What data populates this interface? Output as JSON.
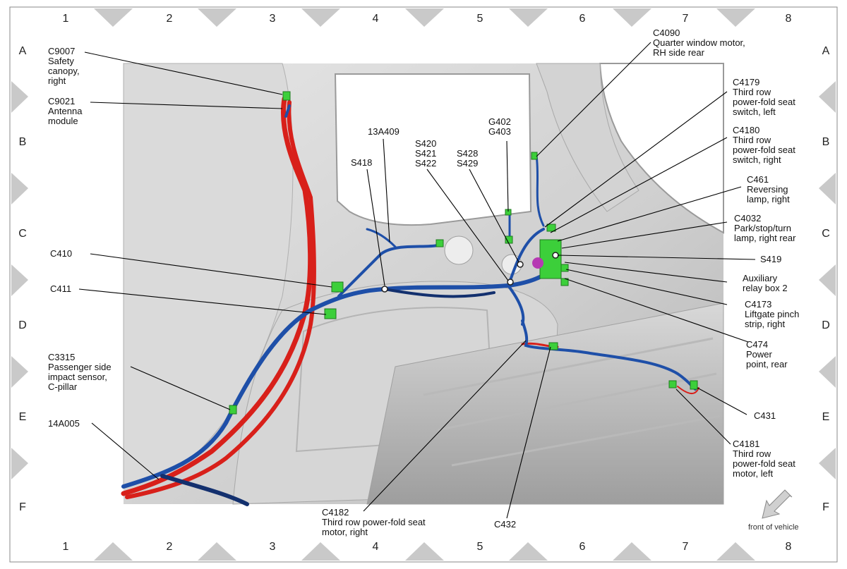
{
  "grid": {
    "columns": [
      "1",
      "2",
      "3",
      "4",
      "5",
      "6",
      "7",
      "8"
    ],
    "rows": [
      "A",
      "B",
      "C",
      "D",
      "E",
      "F"
    ]
  },
  "labels": {
    "c9007": "C9007\nSafety\ncanopy,\nright",
    "c9021": "C9021\nAntenna\nmodule",
    "l13a409": "13A409",
    "s418": "S418",
    "s420": "S420\nS421\nS422",
    "s428": "S428\nS429",
    "g402": "G402\nG403",
    "c4090": "C4090\nQuarter window motor,\nRH side rear",
    "c4179": "C4179\nThird row\npower-fold seat\nswitch, left",
    "c4180": "C4180\nThird row\npower-fold seat\nswitch, right",
    "c461": "C461\nReversing\nlamp, right",
    "c4032": "C4032\nPark/stop/turn\nlamp, right rear",
    "s419": "S419",
    "aux": "Auxiliary\nrelay box 2",
    "c4173": "C4173\nLiftgate pinch\nstrip, right",
    "c474": "C474\nPower\npoint, rear",
    "c410": "C410",
    "c411": "C411",
    "c3315": "C3315\nPassenger side\nimpact sensor,\nC-pillar",
    "l14a005": "14A005",
    "c431": "C431",
    "c4181": "C4181\nThird row\npower-fold seat\nmotor, left",
    "c4182": "C4182\nThird row power-fold seat\nmotor, right",
    "c432": "C432",
    "front": "front of vehicle"
  },
  "colors": {
    "harness_blue": "#1e4fa8",
    "harness_dark_blue": "#13306e",
    "harness_red": "#d8201a",
    "connector_green": "#3ccf3a",
    "body_gray": "#c8c8c8"
  }
}
